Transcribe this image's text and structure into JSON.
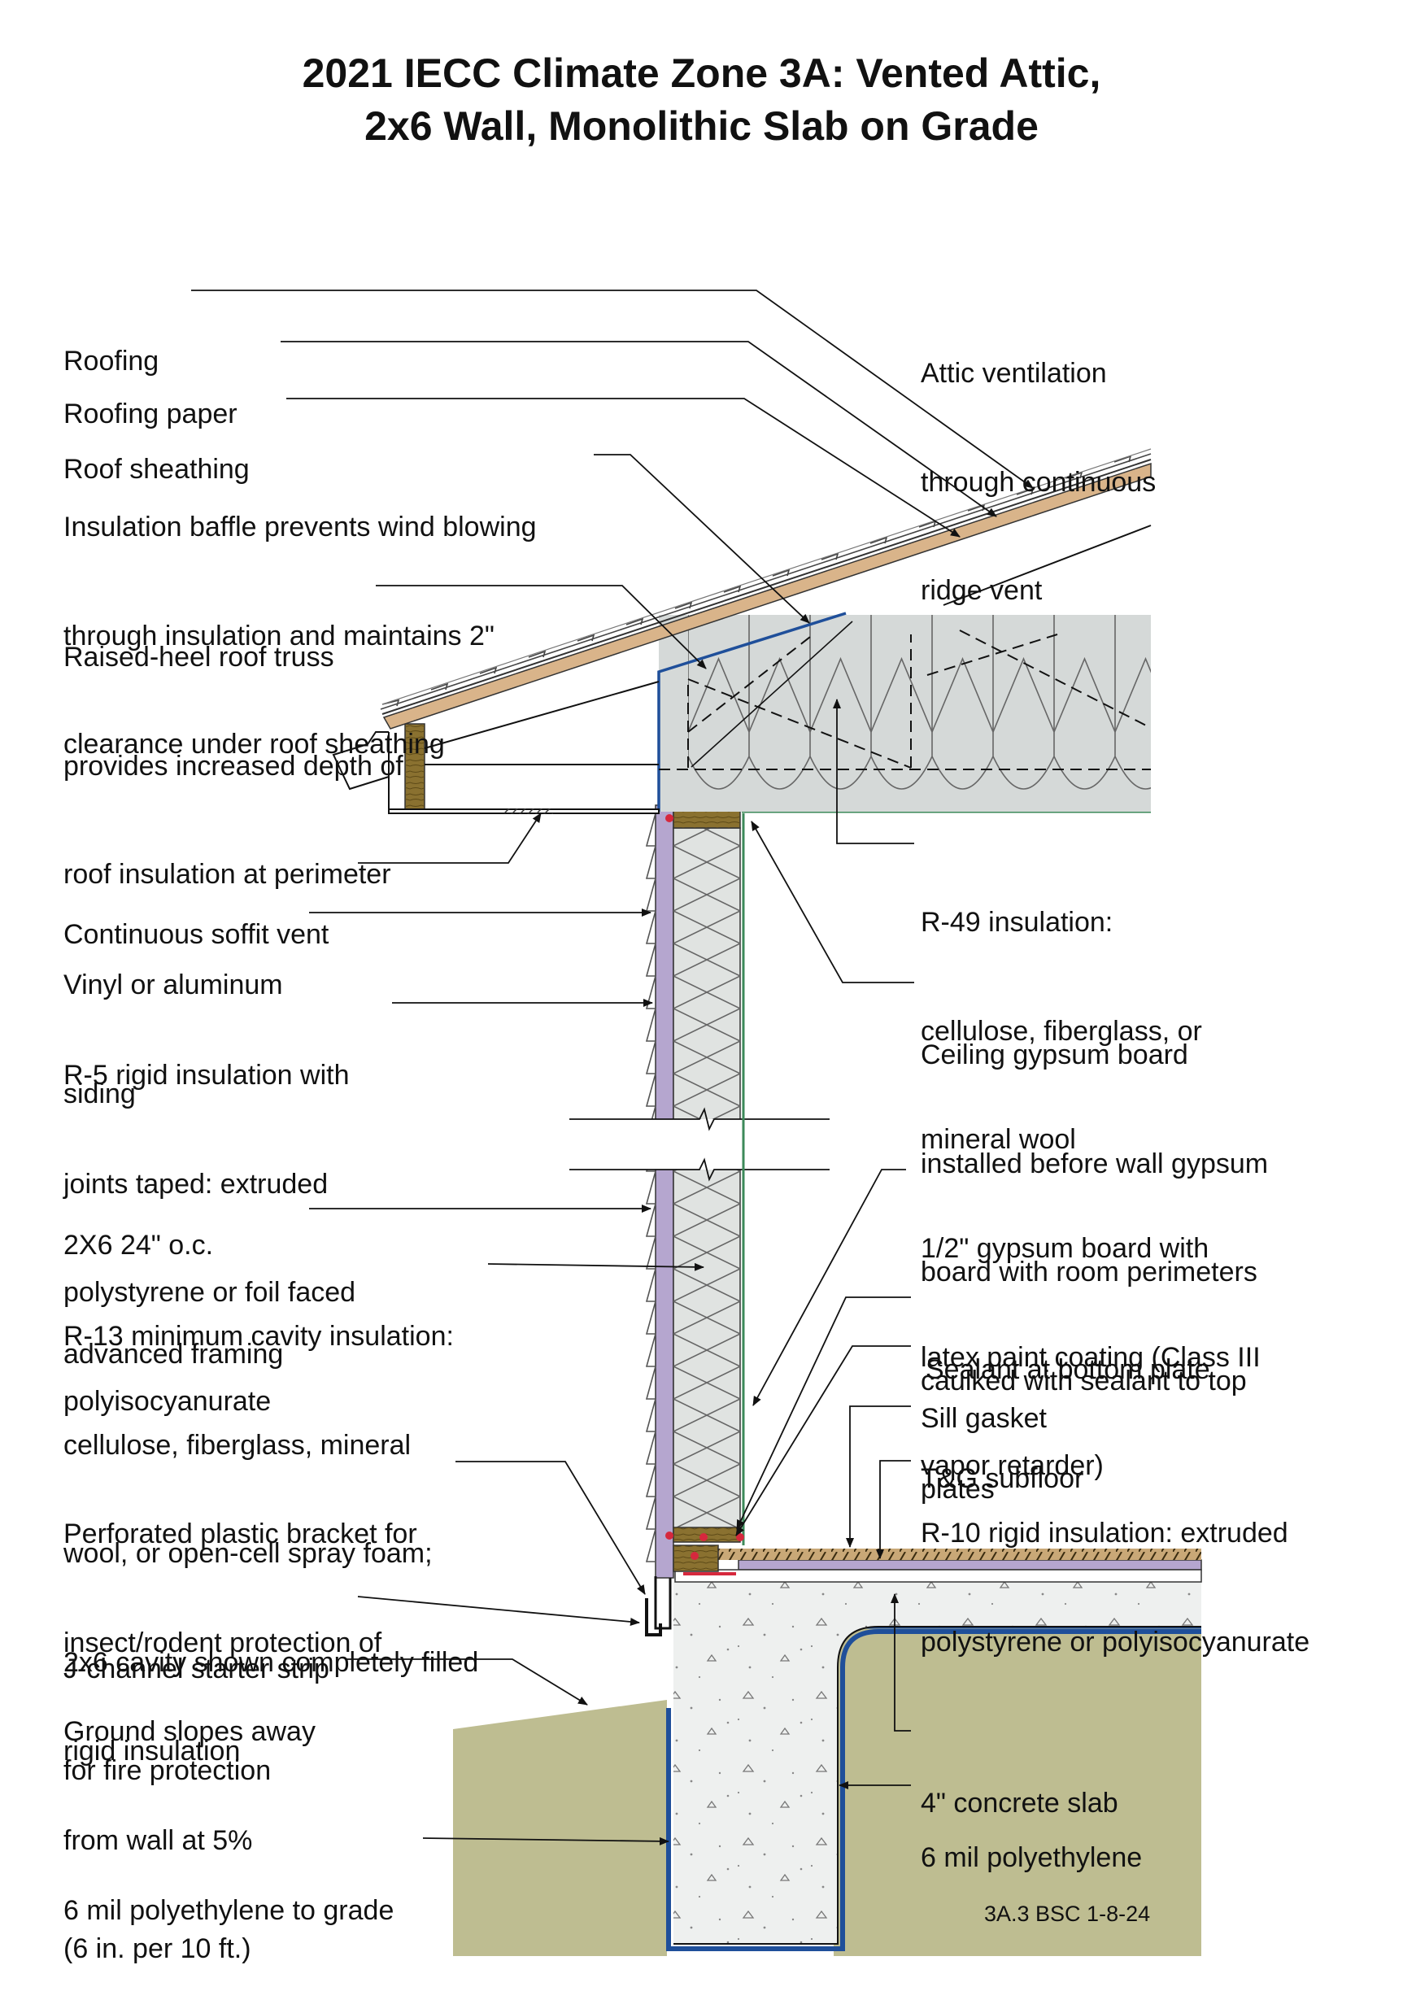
{
  "title": {
    "line1": "2021 IECC Climate Zone 3A: Vented Attic,",
    "line2": "2x6 Wall, Monolithic Slab on Grade"
  },
  "labels": {
    "roofing": [
      "Roofing"
    ],
    "roofing_paper": [
      "Roofing paper"
    ],
    "roof_sheathing": [
      "Roof sheathing"
    ],
    "insulation_baffle": [
      "Insulation baffle prevents wind blowing",
      "through insulation and maintains 2\"",
      "clearance under roof sheathing"
    ],
    "raised_heel_truss": [
      "Raised-heel roof truss",
      "provides increased depth of",
      "roof insulation at perimeter"
    ],
    "attic_ventilation": [
      "Attic ventilation",
      "through continuous",
      "ridge vent"
    ],
    "soffit_vent": [
      "Continuous soffit vent"
    ],
    "siding": [
      "Vinyl or aluminum",
      "siding"
    ],
    "rigid_r5": [
      "R-5 rigid insulation with",
      "joints taped: extruded",
      "polystyrene or foil faced",
      "polyisocyanurate"
    ],
    "framing": [
      "2X6 24\" o.c.",
      "advanced framing"
    ],
    "cavity_r13": [
      "R-13 minimum cavity insulation:",
      "cellulose, fiberglass, mineral",
      "wool, or open-cell spray foam;",
      "2x6 cavity shown completely filled",
      "for fire protection"
    ],
    "bracket": [
      "Perforated plastic bracket for",
      "insect/rodent protection of",
      "rigid insulation"
    ],
    "j_channel": [
      "J-channel starter strip"
    ],
    "ground_slope": [
      "Ground slopes away",
      "from wall at 5%",
      "(6 in. per 10 ft.)"
    ],
    "poly_grade": [
      "6 mil polyethylene to grade"
    ],
    "r49": [
      "R-49 insulation:",
      "cellulose, fiberglass, or",
      "mineral wool"
    ],
    "ceiling_gypsum": [
      "Ceiling gypsum board",
      "installed before wall gypsum",
      "board with room perimeters",
      "caulked with sealant to top",
      "plates"
    ],
    "gypsum_half": [
      "1/2\" gypsum board with",
      "latex paint coating (Class III",
      "vapor retarder)"
    ],
    "sealant_bottom": [
      "Sealant at bottom plate"
    ],
    "sill_gasket": [
      "Sill gasket"
    ],
    "subfloor": [
      "T&G subfloor"
    ],
    "r10": [
      "R-10 rigid insulation: extruded",
      "polystyrene or polyisocyanurate"
    ],
    "slab": [
      "4\" concrete slab"
    ],
    "poly_slab": [
      "6 mil polyethylene"
    ]
  },
  "drawing_code": "3A.3 BSC 1-8-24",
  "colors": {
    "insulation_fill": "#d5d9d8",
    "wall_cavity_fill": "#e0e3e1",
    "rigid_insulation": "#b5a6cf",
    "wood": "#8a7130",
    "roof_sheathing": "#d9b48a",
    "concrete": "#eef0ef",
    "ground": "#bebd91",
    "polyethylene": "#1f4f9a",
    "sealant": "#d6283d",
    "gypsum": "#3d8a5a"
  }
}
